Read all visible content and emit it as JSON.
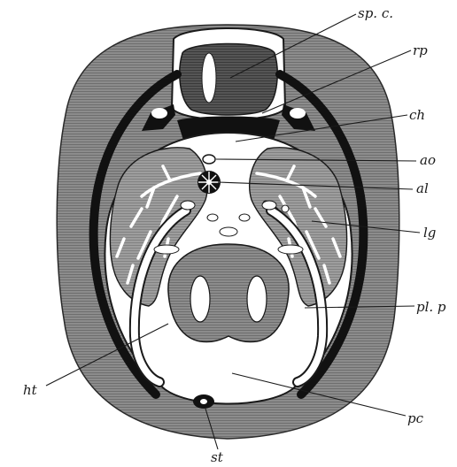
{
  "figure": {
    "labels": {
      "sp_c": "sp. c.",
      "rp": "rp",
      "ch": "ch",
      "ao": "ao",
      "al": "al",
      "lg": "lg",
      "pl_p": "pl. p",
      "ht": "ht",
      "pc": "pc",
      "st": "st"
    }
  }
}
